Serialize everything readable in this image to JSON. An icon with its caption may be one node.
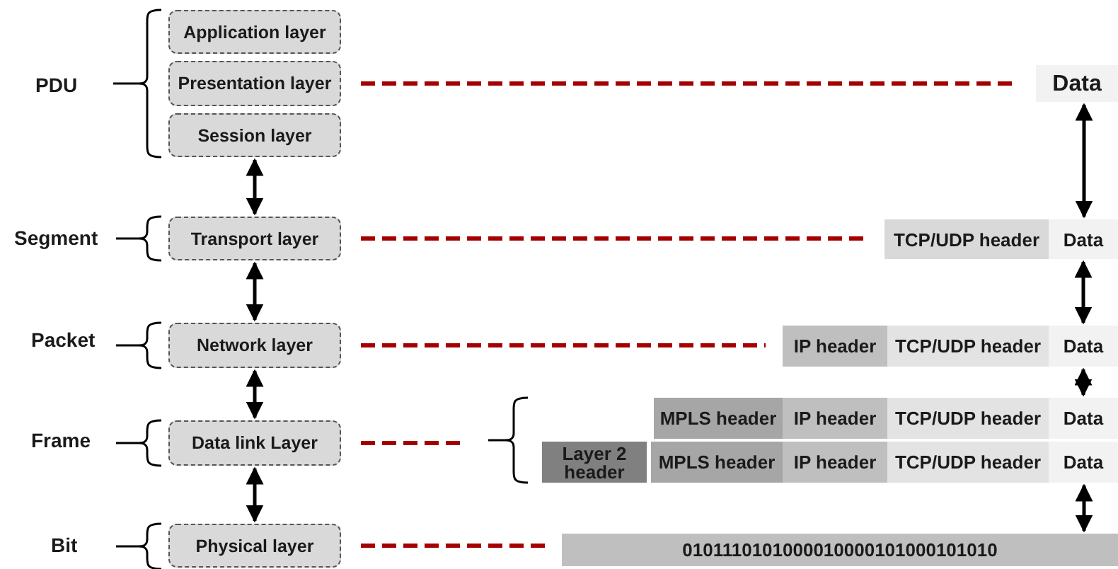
{
  "diagram": {
    "nodes": [
      {
        "text": [
          "Application layer"
        ]
      },
      {
        "text": [
          "Presentation layer"
        ]
      },
      {
        "text": [
          "Session layer"
        ]
      },
      {
        "text": [
          "Transport layer"
        ]
      },
      {
        "text": [
          "Network layer"
        ]
      },
      {
        "text": [
          "Data link Layer"
        ]
      },
      {
        "text": [
          "Physical layer"
        ]
      },
      {
        "text": [
          "Data"
        ]
      },
      {
        "text": [
          "TCP/UDP header"
        ]
      },
      {
        "text": [
          "Data"
        ]
      },
      {
        "text": [
          "IP header"
        ]
      },
      {
        "text": [
          "TCP/UDP header"
        ]
      },
      {
        "text": [
          "Data"
        ]
      },
      {
        "text": [
          "MPLS header"
        ]
      },
      {
        "text": [
          "IP header"
        ]
      },
      {
        "text": [
          "TCP/UDP header"
        ]
      },
      {
        "text": [
          "Data"
        ]
      },
      {
        "text": [
          "Layer 2 header"
        ]
      },
      {
        "text": [
          "MPLS header"
        ]
      },
      {
        "text": [
          "IP header"
        ]
      },
      {
        "text": [
          "TCP/UDP header"
        ]
      },
      {
        "text": [
          "Data"
        ]
      },
      {
        "text": [
          "0101110101000010000101000101010"
        ]
      }
    ],
    "edges": [
      {
        "from": 2,
        "to": 3,
        "arrow": "both"
      },
      {
        "from": 3,
        "to": 4,
        "arrow": "both"
      },
      {
        "from": 4,
        "to": 5,
        "arrow": "both"
      },
      {
        "from": 5,
        "to": 6,
        "arrow": "both"
      },
      {
        "from": 7,
        "to": 9,
        "arrow": "both"
      },
      {
        "from": 9,
        "to": 12,
        "arrow": "both"
      },
      {
        "from": 12,
        "to": 16,
        "arrow": "both"
      },
      {
        "from": 21,
        "to": 22,
        "arrow": "both"
      },
      {
        "from": 1,
        "to": 7,
        "arrow": "none",
        "style": "dashed",
        "color": "#a50000"
      },
      {
        "from": 3,
        "to": 8,
        "arrow": "none",
        "style": "dashed",
        "color": "#a50000"
      },
      {
        "from": 4,
        "to": 10,
        "arrow": "none",
        "style": "dashed",
        "color": "#a50000"
      },
      {
        "from": 5,
        "to": null,
        "arrow": "none",
        "style": "dashed",
        "color": "#a50000"
      },
      {
        "from": 6,
        "to": 22,
        "arrow": "none",
        "style": "dashed",
        "color": "#a50000"
      }
    ],
    "labels": [
      "PDU",
      "Segment",
      "Packet",
      "Frame",
      "Bit"
    ]
  }
}
